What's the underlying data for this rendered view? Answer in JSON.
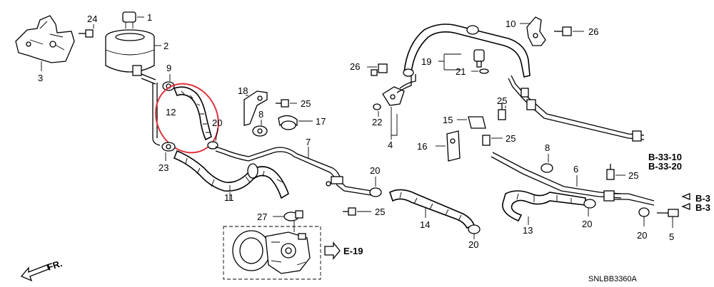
{
  "diagram": {
    "part_labels": {
      "p1": "1",
      "p2": "2",
      "p3": "3",
      "p4": "4",
      "p5": "5",
      "p6": "6",
      "p7": "7",
      "p8a": "8",
      "p8b": "8",
      "p9": "9",
      "p10": "10",
      "p11": "11",
      "p12": "12",
      "p13": "13",
      "p14": "14",
      "p15": "15",
      "p16": "16",
      "p17": "17",
      "p18": "18",
      "p19": "19",
      "p20a": "20",
      "p20b": "20",
      "p20c": "20",
      "p20d": "20",
      "p20e": "20",
      "p21": "21",
      "p22": "22",
      "p23": "23",
      "p24": "24",
      "p25a": "25",
      "p25b": "25",
      "p25c": "25",
      "p25d": "25",
      "p25e": "25",
      "p26a": "26",
      "p26b": "26",
      "p27": "27"
    },
    "refs": {
      "e19": "E-19",
      "b3310": "B-33-10",
      "b3320": "B-33-20",
      "b3_top": "B-3",
      "b3_bottom": "B-3"
    },
    "direction_label": "FR.",
    "diagram_code": "SNLBB3360A",
    "highlight_color": "#e0323c"
  }
}
